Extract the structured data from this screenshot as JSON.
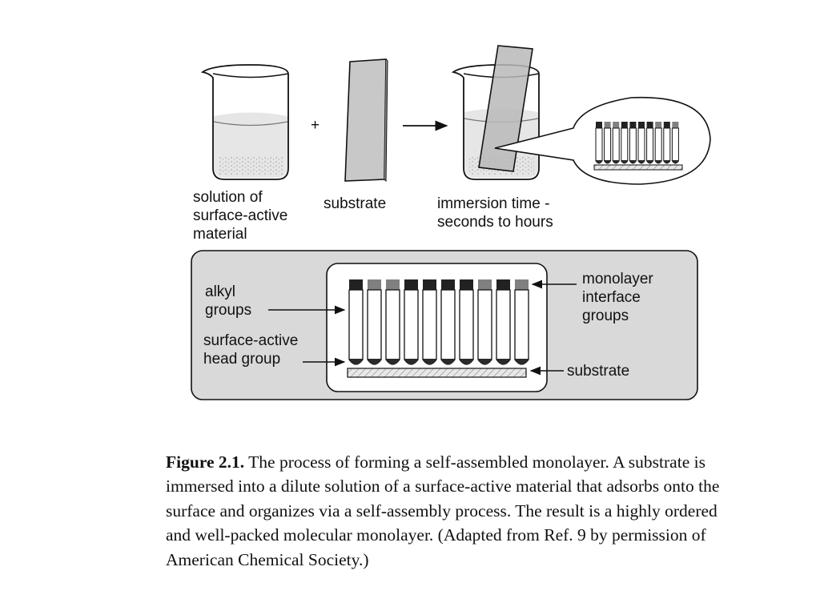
{
  "colors": {
    "panel_fill": "#d9d9d9",
    "solution_fill": "#e6e6e6",
    "substrate_fill": "#c8c8c8",
    "head_group": "#2a2a2a",
    "interface_dark": "#222222",
    "interface_gray": "#808080"
  },
  "icons": [
    "beaker-icon",
    "substrate-slide-icon",
    "plus-sign",
    "process-arrow-icon",
    "magnified-monolayer-callout"
  ],
  "top_row": {
    "beaker_label": [
      "solution of",
      "surface-active",
      "material"
    ],
    "plus": "+",
    "substrate_label": "substrate",
    "immersion_label": [
      "immersion time -",
      "seconds to hours"
    ]
  },
  "detail_panel": {
    "alkyl_label": [
      "alkyl",
      "groups"
    ],
    "head_label": [
      "surface-active",
      "head group"
    ],
    "interface_label": [
      "monolayer",
      "interface",
      "groups"
    ],
    "substrate_label": "substrate",
    "molecule_caps": [
      "dark",
      "gray",
      "gray",
      "dark",
      "dark",
      "dark",
      "dark",
      "gray",
      "dark",
      "gray"
    ]
  },
  "callout_molecule_caps": [
    "dark",
    "gray",
    "gray",
    "dark",
    "dark",
    "dark",
    "dark",
    "gray",
    "dark",
    "gray"
  ],
  "caption": {
    "label": "Figure 2.1.",
    "text": "The process of forming a self-assembled monolayer. A substrate is immersed into a dilute solution of a surface-active material that adsorbs onto the surface and organizes via a self-assembly process. The result is a highly ordered and well-packed molecular monolayer. (Adapted from Ref. 9 by permission of American Chemical Society.)"
  }
}
